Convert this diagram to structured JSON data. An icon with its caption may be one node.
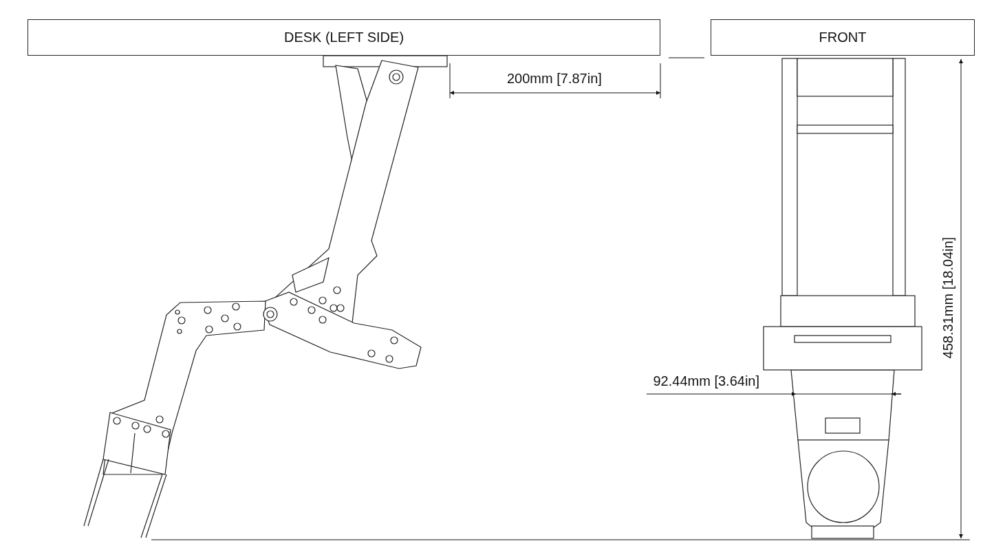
{
  "diagram": {
    "nodes": [
      {
        "text": [
          "DESK (LEFT SIDE)"
        ]
      },
      {
        "text": [
          "FRONT"
        ]
      }
    ],
    "labels": [
      "200mm [7.87in]",
      "92.44mm [3.64in]",
      "458.31mm [18.04in]"
    ]
  }
}
